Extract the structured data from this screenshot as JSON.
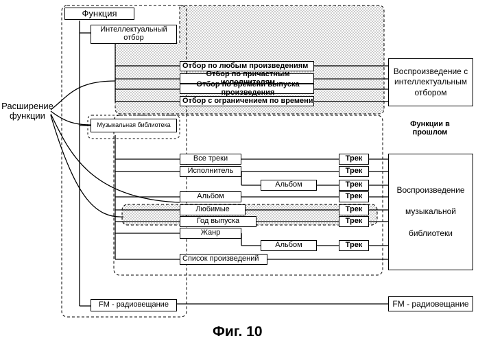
{
  "function_label": "Функция",
  "smart_select": "Интеллектуальный отбор",
  "smart_items": [
    "Отбор по любым произведениям",
    "Отбор по причастным исполнителям",
    "Отбор по времени выпуска произведения",
    "Отбор с ограничением по времени"
  ],
  "smart_playback": "Воспроизведение с интеллектуальным отбором",
  "expansion_label": "Расширение функции",
  "music_library": "Музыкальная библиотека",
  "past_functions": "Функции в прошлом",
  "library_items": {
    "all_tracks": "Все треки",
    "artist": "Исполнитель",
    "album": "Альбом",
    "favorites": "Любимые",
    "year": "Год выпуска",
    "genre": "Жанр",
    "song_list": "Список произведений"
  },
  "sub_album": "Альбом",
  "track": "Трек",
  "library_playback": "Воспроизведение музыкальной библиотеки",
  "fm_radio": "FM - радиовещание",
  "fm_playback": "FM - радиовещание",
  "caption": "Фиг. 10"
}
